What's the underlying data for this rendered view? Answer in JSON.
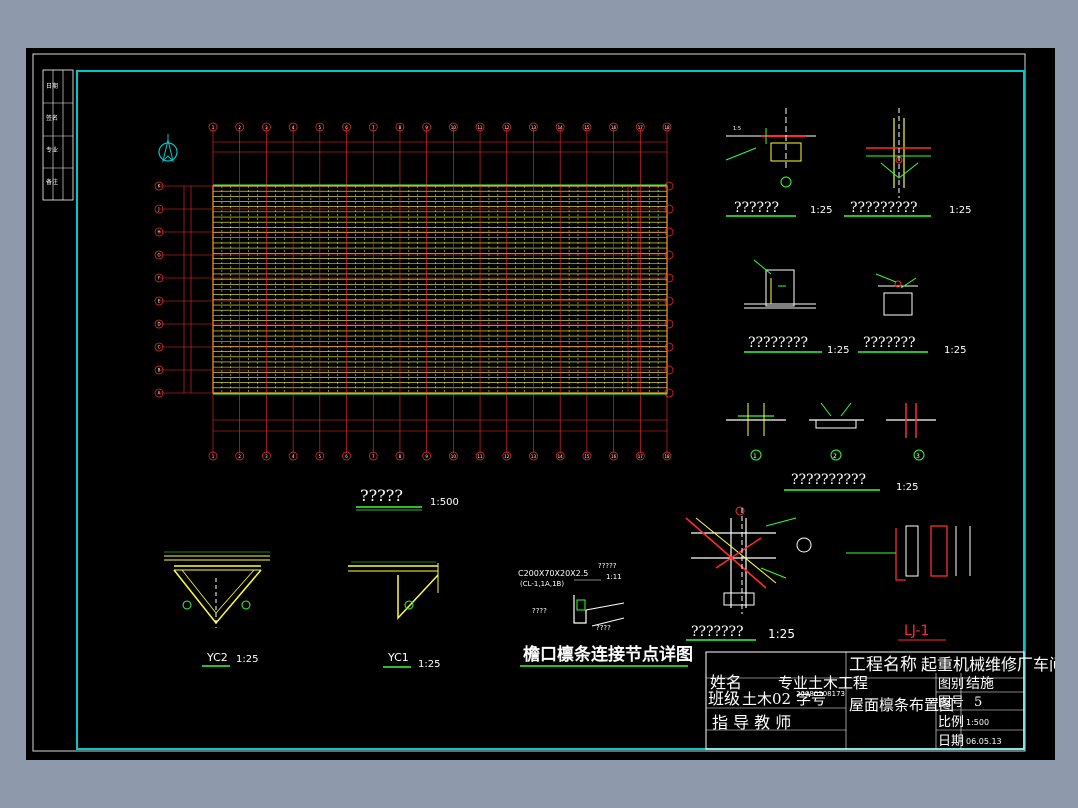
{
  "drawing": {
    "main_plan": {
      "title": "?????",
      "scale": "1:500"
    },
    "details": [
      {
        "id": "d1",
        "title": "??????",
        "scale": "1:25"
      },
      {
        "id": "d2",
        "title": "?????????",
        "scale": "1:25"
      },
      {
        "id": "d3",
        "title": "????????",
        "scale": "1:25"
      },
      {
        "id": "d4",
        "title": "???????",
        "scale": "1:25"
      },
      {
        "id": "d5",
        "title": "??????????",
        "scale": "1:25"
      },
      {
        "id": "d6",
        "title": "???????",
        "scale": "1:25"
      }
    ],
    "bracing": [
      {
        "id": "yc2",
        "title": "YC2",
        "scale": "1:25"
      },
      {
        "id": "yc1",
        "title": "YC1",
        "scale": "1:25"
      }
    ],
    "eave_detail": {
      "title": "檐口檩条连接节点详图",
      "spec": "C200X70X20X2.5",
      "spec_sub": "(CL-1,1A,1B)",
      "note1": "?????",
      "note1b": "1:11",
      "note2": "????",
      "note3": "????"
    },
    "lj_label": "LJ-1",
    "axis_numbers": [
      "1",
      "2",
      "3",
      "4",
      "5",
      "6",
      "7",
      "8",
      "9",
      "10",
      "11",
      "12",
      "13",
      "14",
      "15",
      "16",
      "17",
      "18"
    ],
    "axis_letters": [
      "A",
      "B",
      "C",
      "D",
      "E",
      "F",
      "G",
      "H",
      "J",
      "K"
    ],
    "detail_marks": [
      "1",
      "2",
      "3"
    ]
  },
  "title_block": {
    "project_label": "工程名称",
    "project_name": "起重机械维修厂车间",
    "name_label": "姓名",
    "major": "专业土木工程",
    "class_label": "班级",
    "class_value": "土木02",
    "student_no_label": "学号",
    "student_no": "20080208173",
    "advisor_label": "指 导 教 师",
    "drawing_name": "屋面檩条布置图",
    "fig_cat_label": "图别",
    "fig_cat": "结施",
    "fig_no_label": "图号",
    "fig_no": "5",
    "scale_label": "比例",
    "scale": "1:500",
    "date_label": "日期",
    "date": "06.05.13"
  },
  "side_stamp": [
    "日期",
    "签名",
    "专业",
    "备注"
  ],
  "colors": {
    "frame": "#00c8c8",
    "grid_red": "#ff2a2a",
    "purlin_yellow": "#ffff33",
    "line_green": "#33ff33",
    "text_white": "#ffffff"
  }
}
